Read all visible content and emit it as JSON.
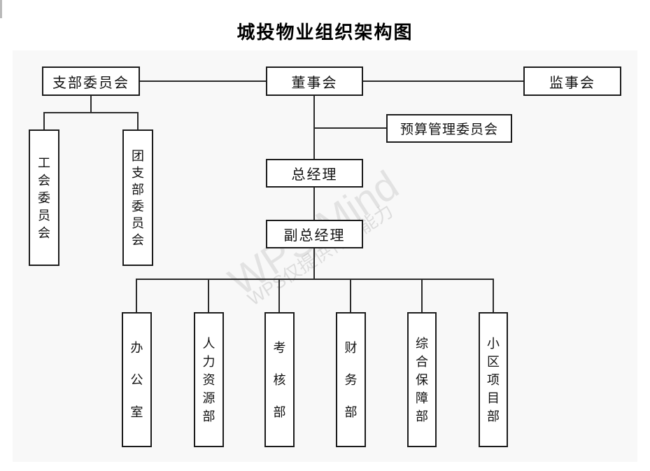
{
  "title": "城投物业组织架构图",
  "watermark": {
    "brand": "WPS Mind",
    "notice": "WPS仅提供作图能力"
  },
  "colors": {
    "canvas_bg": "#f8f8f8",
    "box_fill": "#ffffff",
    "box_border": "#1c1c1c",
    "connector": "#2b2b2b",
    "text": "#111111"
  },
  "nodes": {
    "branch_committee": {
      "label": "支部委员会"
    },
    "board": {
      "label": "董事会"
    },
    "supervisory_board": {
      "label": "监事会"
    },
    "budget_committee": {
      "label": "预算管理委员会"
    },
    "general_manager": {
      "label": "总经理"
    },
    "deputy_general_manager": {
      "label": "副总经理"
    },
    "union_committee": {
      "label": "工会委员会"
    },
    "youth_league_committee": {
      "label": "团支部委员会"
    },
    "office": {
      "label": "办公室"
    },
    "hr_dept": {
      "label": "人力资源部"
    },
    "assessment_dept": {
      "label": "考核部"
    },
    "finance_dept": {
      "label": "财务部"
    },
    "support_dept": {
      "label": "综合保障部"
    },
    "community_project_dept": {
      "label": "小区项目部"
    }
  },
  "edges": [
    {
      "from": "支部委员会",
      "to": "董事会"
    },
    {
      "from": "董事会",
      "to": "监事会"
    },
    {
      "from": "支部委员会",
      "to": "工会委员会"
    },
    {
      "from": "支部委员会",
      "to": "团支部委员会"
    },
    {
      "from": "董事会",
      "to": "预算管理委员会"
    },
    {
      "from": "董事会",
      "to": "总经理"
    },
    {
      "from": "总经理",
      "to": "副总经理"
    },
    {
      "from": "副总经理",
      "to": "办公室"
    },
    {
      "from": "副总经理",
      "to": "人力资源部"
    },
    {
      "from": "副总经理",
      "to": "考核部"
    },
    {
      "from": "副总经理",
      "to": "财务部"
    },
    {
      "from": "副总经理",
      "to": "综合保障部"
    },
    {
      "from": "副总经理",
      "to": "小区项目部"
    }
  ]
}
